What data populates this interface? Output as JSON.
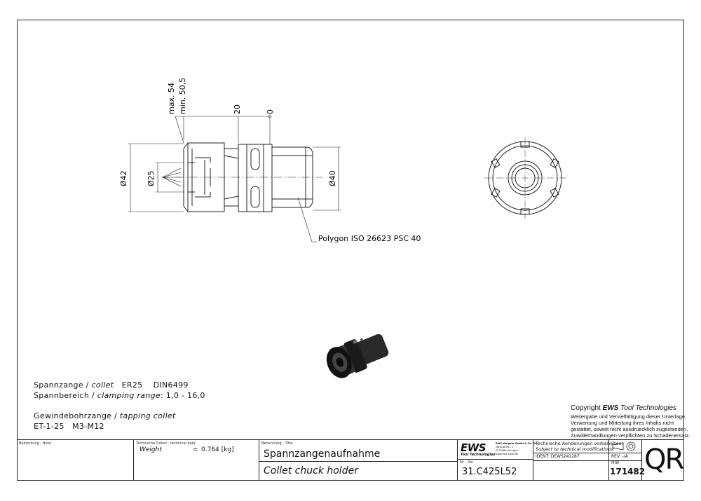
{
  "drawing": {
    "dim_max": "max. 54",
    "dim_min": "min. 50,5",
    "dim_20": "20",
    "dim_0": "0",
    "dim_d42": "Ø42",
    "dim_d25": "Ø25",
    "dim_d40": "Ø40",
    "callout_polygon": "Polygon ISO 26623 PSC 40"
  },
  "notes": {
    "line1_a": "Spannzange / ",
    "line1_b": "collet",
    "line1_c": "   ER25    DIN6499",
    "line2_a": "Spannbereich / ",
    "line2_b": "clamping range",
    "line2_c": ": 1,0 - 16,0",
    "line3_a": "Gewindebohrzange / ",
    "line3_b": "tapping collet",
    "line4": "ET-1-25   M3-M12"
  },
  "copyright": {
    "title_a": "Copyright ",
    "title_b": "EWS",
    "title_c": " Tool Technologies",
    "line1": "Weitergabe und Vervielfältigung dieser Unterlage,",
    "line2": "Verwertung und Mitteilung ihres Inhalts nicht",
    "line3": "gestattet, soweit nicht ausdruecklich zugestanden.",
    "line4": "Zuwiderhandlungen verpflichten zu Schadenersatz."
  },
  "titleblock": {
    "remark_label": "Bemerkung - Note",
    "techdata_label": "Technische Daten - technical data",
    "weight_label": "Weight",
    "weight_eq": "=",
    "weight_value": "0.764 [kg]",
    "title_label": "Benennung - Title",
    "title_de": "Spannzangenaufnahme",
    "title_en": "Collet chuck holder",
    "logo": "EWS",
    "logo_sub": "Tool Technologies",
    "company_line1": "EWS Weigele GmbH & Co. KG",
    "company_line2": "Maybachstr. 1",
    "company_line3": "D-73066 Uhingen",
    "company_line4": "www.ews-tools.de",
    "nr_label": "Nr. - No.",
    "part_no": "31.C425L52",
    "changes_de": "Technische Aenderungen vorbehalten!",
    "changes_en": "Subject to technical modifications!",
    "ident": "IDENT: DEWS241287",
    "rev": "REV: -/A",
    "mnr_label": "MNR",
    "mnr_value": "171482",
    "qr_mark": "QR"
  }
}
